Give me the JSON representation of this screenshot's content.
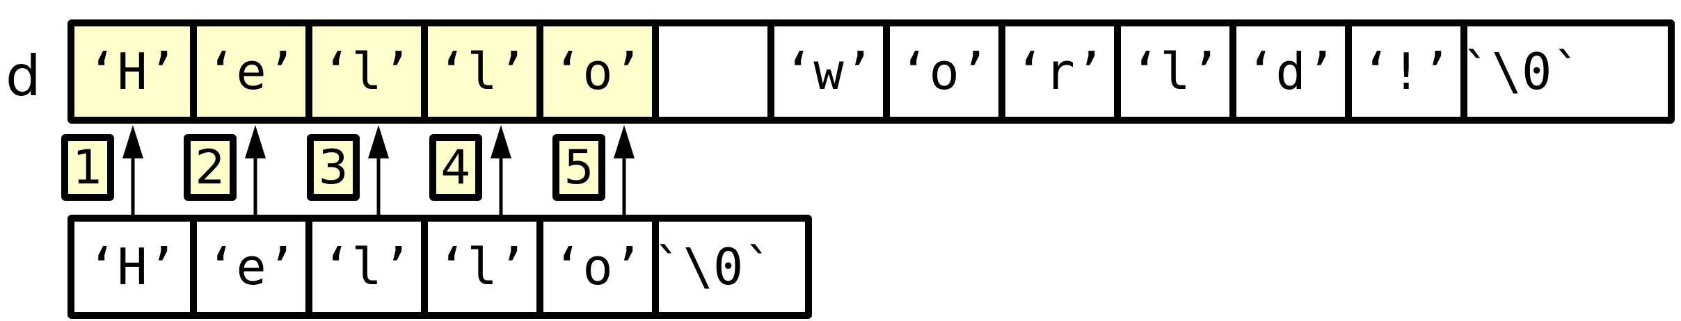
{
  "variable": "d",
  "destination": {
    "cells": [
      {
        "text": "‘H’",
        "highlighted": true
      },
      {
        "text": "‘e’",
        "highlighted": true
      },
      {
        "text": "‘l’",
        "highlighted": true
      },
      {
        "text": "‘l’",
        "highlighted": true
      },
      {
        "text": "‘o’",
        "highlighted": true
      },
      {
        "text": "",
        "highlighted": false
      },
      {
        "text": "‘w’",
        "highlighted": false
      },
      {
        "text": "‘o’",
        "highlighted": false
      },
      {
        "text": "‘r’",
        "highlighted": false
      },
      {
        "text": "‘l’",
        "highlighted": false
      },
      {
        "text": "‘d’",
        "highlighted": false
      },
      {
        "text": "‘!’",
        "highlighted": false
      },
      {
        "text": "`\\0`",
        "highlighted": false
      }
    ]
  },
  "source": {
    "cells": [
      {
        "text": "‘H’"
      },
      {
        "text": "‘e’"
      },
      {
        "text": "‘l’"
      },
      {
        "text": "‘l’"
      },
      {
        "text": "‘o’"
      },
      {
        "text": "`\\0`"
      }
    ]
  },
  "steps": [
    "1",
    "2",
    "3",
    "4",
    "5"
  ],
  "colors": {
    "highlight": "#ffffcc",
    "outline": "#000000"
  }
}
